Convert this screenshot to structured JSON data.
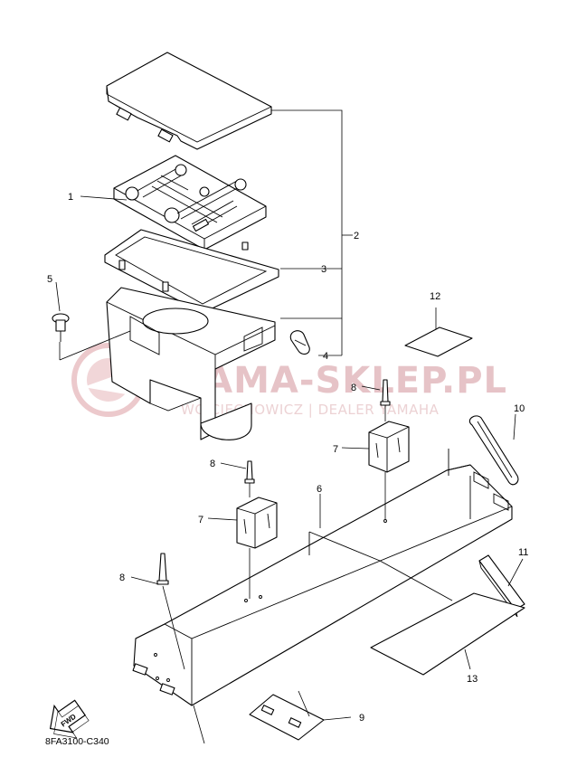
{
  "watermark": {
    "brand": "YAMA-SKLEP.PL",
    "tagline": "WOJCIECHOWICZ | DEALER YAMAHA"
  },
  "callouts": [
    "1",
    "2",
    "3",
    "4",
    "5",
    "6",
    "7",
    "7",
    "8",
    "8",
    "8",
    "9",
    "10",
    "11",
    "12",
    "13"
  ],
  "fwd_label": "FWD",
  "diagram_code": "8FA3100-C340"
}
